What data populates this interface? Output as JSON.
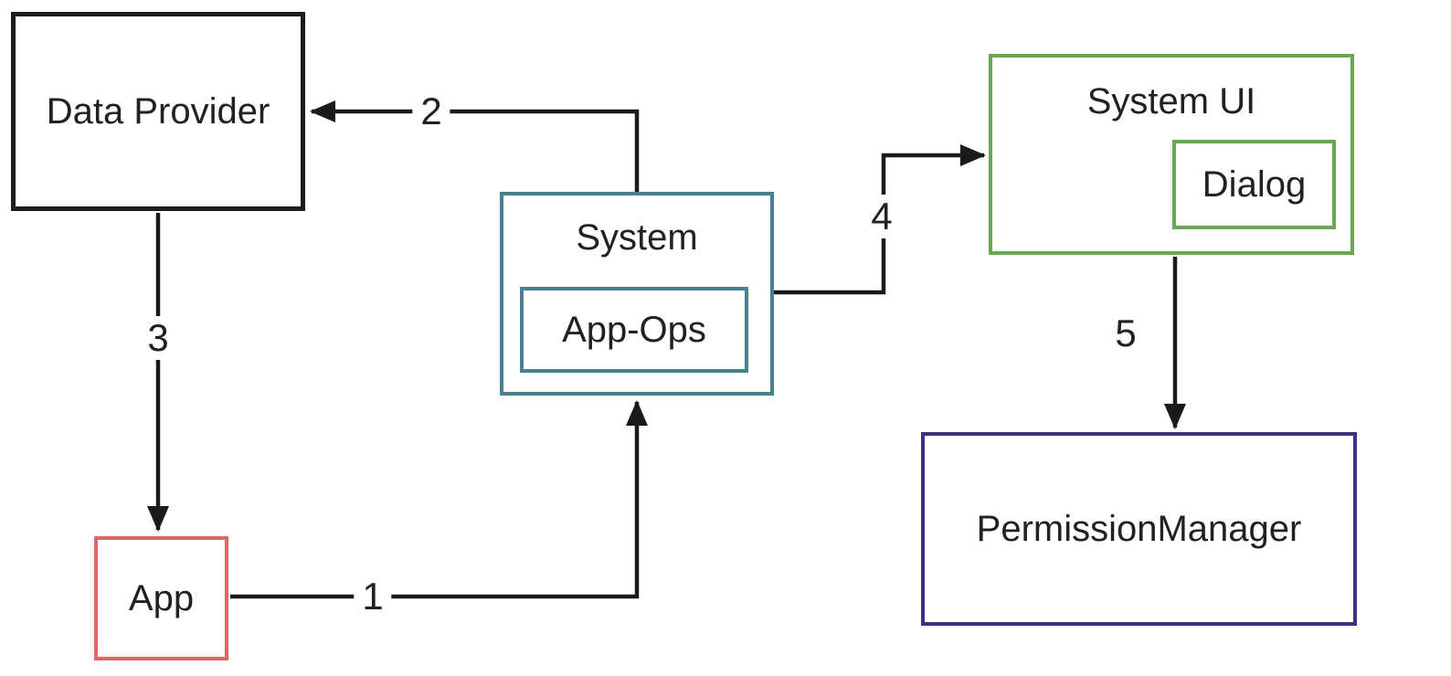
{
  "diagram": {
    "nodes": {
      "data_provider": {
        "label": "Data Provider",
        "border_color": "#1c1c1c"
      },
      "app": {
        "label": "App",
        "border_color": "#e06666"
      },
      "system": {
        "label": "System",
        "border_color": "#45818e",
        "inner": {
          "label": "App-Ops"
        }
      },
      "system_ui": {
        "label": "System UI",
        "border_color": "#6aa84f",
        "inner": {
          "label": "Dialog"
        }
      },
      "permission_manager": {
        "label": "PermissionManager",
        "border_color": "#3a3287"
      }
    },
    "arrows": [
      {
        "label": "1",
        "from": "App",
        "to": "System"
      },
      {
        "label": "2",
        "from": "System",
        "to": "Data Provider"
      },
      {
        "label": "3",
        "from": "Data Provider",
        "to": "App"
      },
      {
        "label": "4",
        "from": "System",
        "to": "System UI"
      },
      {
        "label": "5",
        "from": "System UI",
        "to": "PermissionManager"
      }
    ],
    "colors": {
      "arrow_line": "#1a1a1a",
      "text": "#212121",
      "background": "#ffffff"
    }
  }
}
